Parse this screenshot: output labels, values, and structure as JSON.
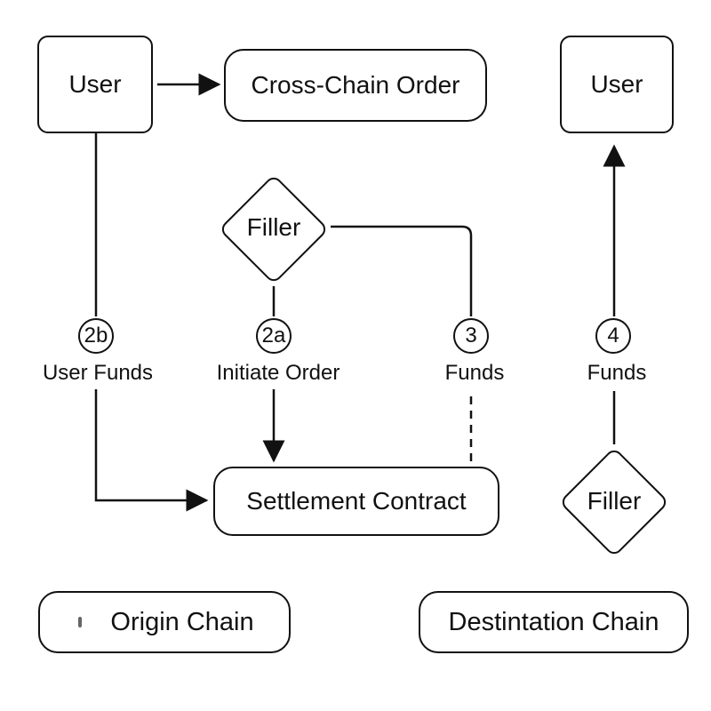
{
  "nodes": {
    "origin_user": "User",
    "cross_chain_order": "Cross-Chain Order",
    "destination_user": "User",
    "origin_filler": "Filler",
    "settlement_contract": "Settlement Contract",
    "destination_filler": "Filler"
  },
  "steps": {
    "step_2b": {
      "number": "2b",
      "label": "User Funds"
    },
    "step_2a": {
      "number": "2a",
      "label": "Initiate Order"
    },
    "step_3": {
      "number": "3",
      "label": "Funds"
    },
    "step_4": {
      "number": "4",
      "label": "Funds"
    }
  },
  "legend": {
    "origin_chain": "Origin Chain",
    "destination_chain": "Destintation Chain"
  },
  "colors": {
    "stroke": "#111111",
    "background": "#ffffff"
  }
}
